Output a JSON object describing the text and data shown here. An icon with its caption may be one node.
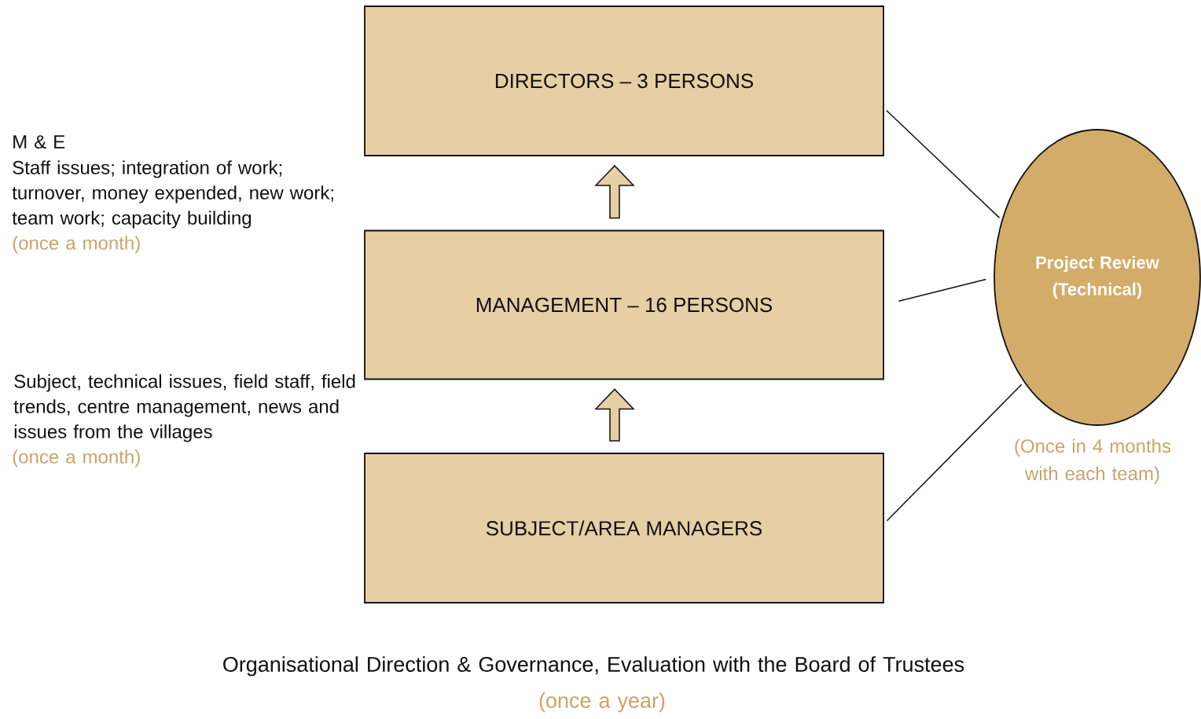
{
  "diagram": {
    "nodes": [
      {
        "text": [
          "DIRECTORS – 3 PERSONS"
        ]
      },
      {
        "text": [
          "MANAGEMENT – 16 PERSONS"
        ]
      },
      {
        "text": [
          "SUBJECT/AREA MANAGERS"
        ]
      },
      {
        "text": [
          "Project Review (Technical)"
        ],
        "beside": [
          "(Once in 4 months with each team)"
        ]
      }
    ],
    "edges": [
      {
        "from": 1,
        "to": 0,
        "arrow": "to"
      },
      {
        "from": 2,
        "to": 1,
        "arrow": "to"
      },
      {
        "from": 0,
        "to": 3,
        "arrow": "none"
      },
      {
        "from": 1,
        "to": 3,
        "arrow": "none"
      },
      {
        "from": 2,
        "to": 3,
        "arrow": "none"
      }
    ],
    "labels": [
      "M & E",
      "Staff issues; integration of work; turnover, money expended, new work; team work; capacity building",
      "(once a month)",
      "Subject, technical issues, field staff, field trends, centre management, news and issues from the villages",
      "(once a month)",
      "Organisational Direction & Governance, Evaluation with the Board of Trustees",
      "(once a year)"
    ]
  }
}
